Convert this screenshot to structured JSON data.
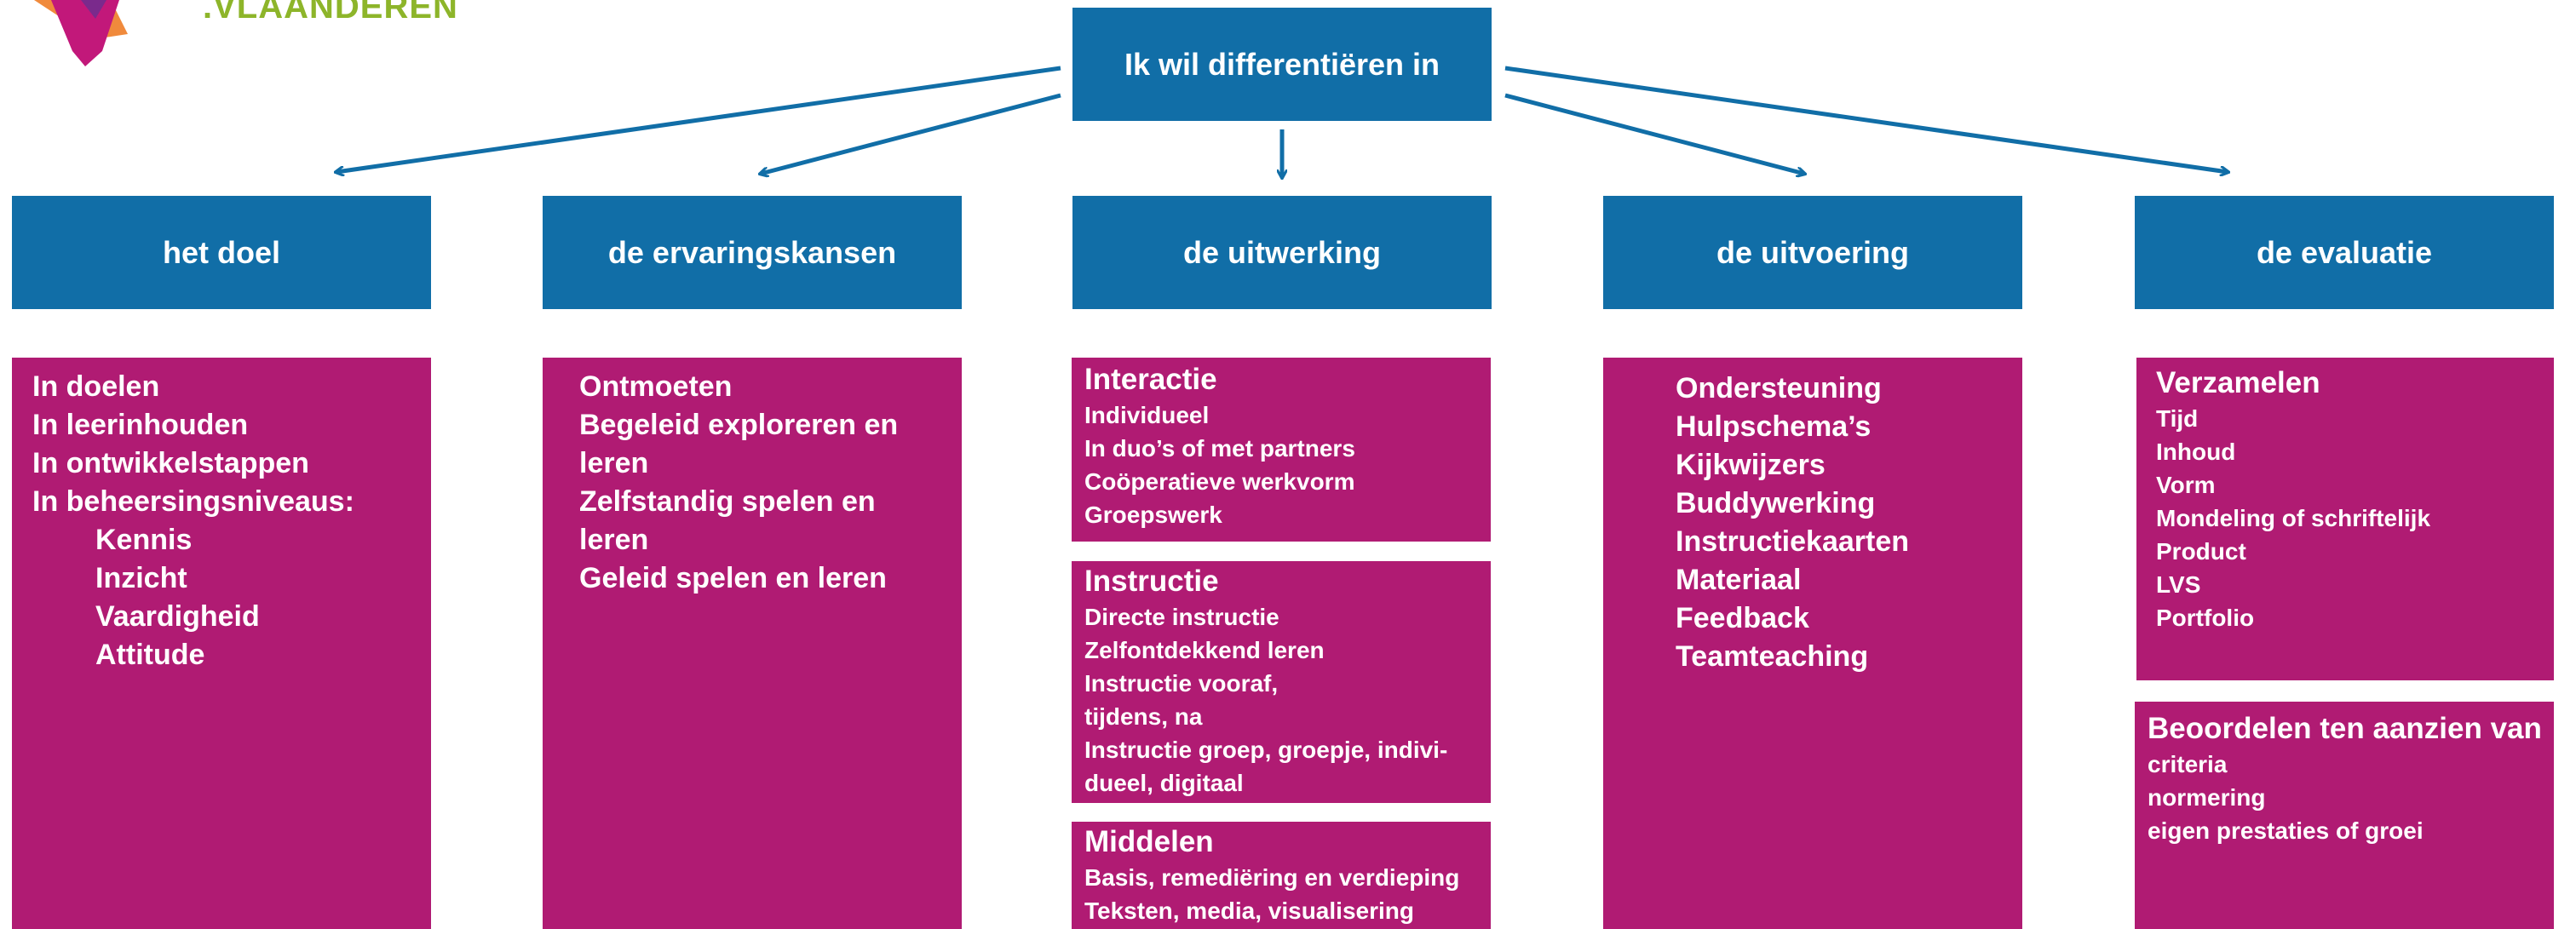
{
  "logo": {
    "text": ".VLAANDEREN",
    "colors": [
      "#8db52a",
      "#f08a3c",
      "#c2187a"
    ]
  },
  "colors": {
    "blue": "#116ea7",
    "magenta": "#b01b73",
    "arrow": "#116ea7"
  },
  "root": {
    "label": "Ik wil differentiëren in"
  },
  "categories": [
    {
      "label": "het doel"
    },
    {
      "label": "de ervaringskansen"
    },
    {
      "label": "de uitwerking"
    },
    {
      "label": "de uitvoering"
    },
    {
      "label": "de evaluatie"
    }
  ],
  "doel": {
    "items": [
      "In doelen",
      "In leerinhouden",
      "In ontwikkelstappen",
      "In beheersingsniveaus:"
    ],
    "sub": [
      "Kennis",
      "Inzicht",
      "Vaardigheid",
      "Attitude"
    ]
  },
  "ervaring": {
    "items": [
      "Ontmoeten",
      "Begeleid exploreren en",
      "leren",
      "Zelfstandig spelen en",
      "leren",
      "Geleid spelen en leren"
    ]
  },
  "uitwerking": {
    "interactie": {
      "title": "Interactie",
      "items": [
        "Individueel",
        "In duo’s of met partners",
        "Coöperatieve  werkvorm",
        "Groepswerk"
      ]
    },
    "instructie": {
      "title": "Instructie",
      "items": [
        "Directe instructie",
        "Zelfontdekkend leren",
        "Instructie vooraf,",
        "tijdens, na",
        "Instructie groep, groepje,  indivi-",
        "dueel, digitaal"
      ]
    },
    "middelen": {
      "title": "Middelen",
      "items": [
        "Basis, remediëring en verdieping",
        "Teksten, media, visualisering"
      ]
    }
  },
  "uitvoering": {
    "items": [
      "Ondersteuning",
      "Hulpschema’s",
      "Kijkwijzers",
      "Buddywerking",
      "Instructiekaarten",
      "Materiaal",
      "Feedback",
      "Teamteaching"
    ]
  },
  "evaluatie": {
    "verzamelen": {
      "title": "Verzamelen",
      "items": [
        "Tijd",
        "Inhoud",
        "Vorm",
        "Mondeling of schriftelijk",
        "Product",
        "LVS",
        "Portfolio"
      ]
    },
    "beoordelen": {
      "title": "Beoordelen ten aanzien van",
      "items": [
        "criteria",
        "normering",
        "eigen prestaties of groei"
      ]
    }
  }
}
